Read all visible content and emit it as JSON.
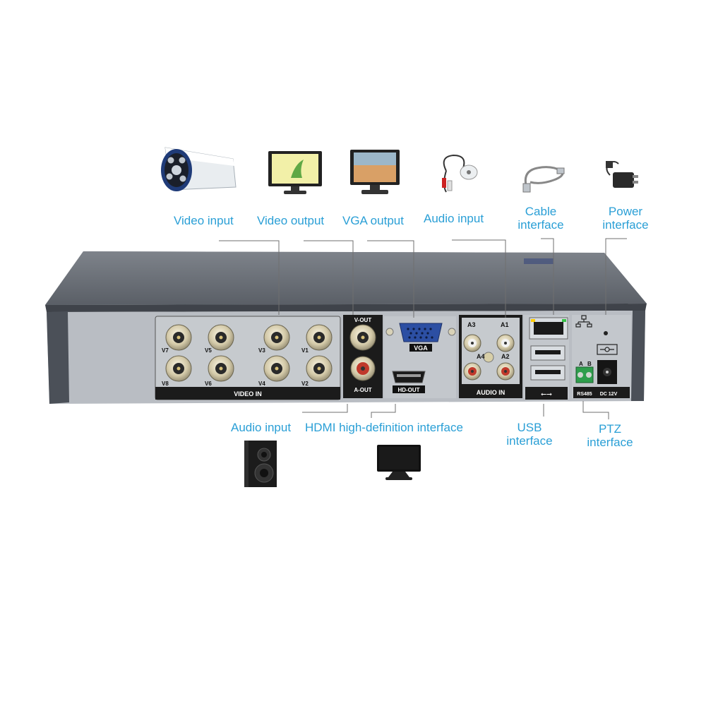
{
  "labels": {
    "video_input_top": "Video input",
    "video_output": "Video output",
    "vga_output": "VGA output",
    "audio_input_top": "Audio input",
    "cable_interface_1": "Cable",
    "cable_interface_2": "interface",
    "power_interface_1": "Power",
    "power_interface_2": "interface",
    "audio_input_bottom": "Audio input",
    "hdmi": "HDMI high-definition interface",
    "usb_1": "USB",
    "usb_2": "interface",
    "ptz_1": "PTZ",
    "ptz_2": "interface"
  },
  "panel": {
    "video_in": "VIDEO IN",
    "v_out": "V-OUT",
    "a_out": "A-OUT",
    "vga": "VGA",
    "hd_out": "HD-OUT",
    "audio_in": "AUDIO IN",
    "rs485": "RS485",
    "dc12v": "DC 12V",
    "a": "A",
    "b": "B",
    "ch": [
      "V7",
      "V5",
      "V3",
      "V1",
      "V8",
      "V6",
      "V4",
      "V2"
    ],
    "audio_ch": [
      "A3",
      "A1",
      "A4",
      "A2"
    ]
  },
  "colors": {
    "label": "#2a9fd6",
    "chassis": "#5b6068",
    "panel": "#b9bdc3"
  },
  "icons": [
    "bullet-camera-icon",
    "monitor-icon",
    "vga-monitor-icon",
    "microphone-icon",
    "network-cable-icon",
    "power-adapter-icon",
    "speaker-icon",
    "hdmi-tv-icon"
  ]
}
